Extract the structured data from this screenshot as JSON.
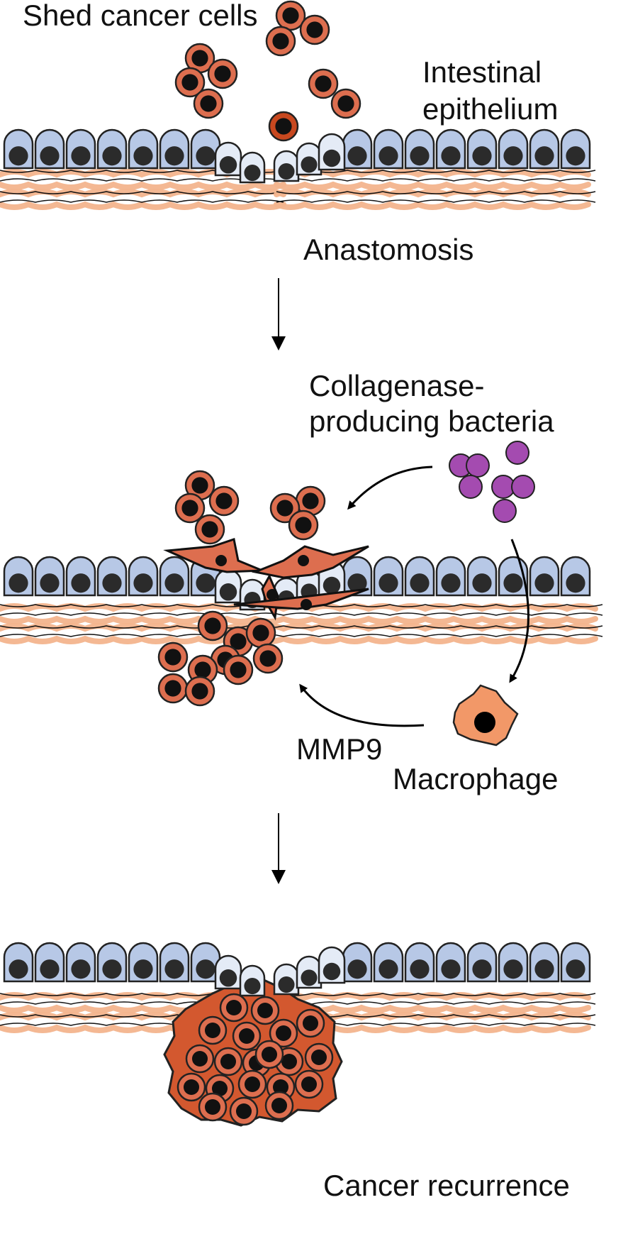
{
  "labels": {
    "shed_cancer_cells": "Shed cancer cells",
    "intestinal_line1": "Intestinal",
    "intestinal_line2": "epithelium",
    "anastomosis": "Anastomosis",
    "collagenase_line1": "Collagenase-",
    "collagenase_line2": "producing bacteria",
    "mmp9": "MMP9",
    "macrophage": "Macrophage",
    "cancer_recurrence": "Cancer recurrence"
  },
  "colors": {
    "epithelial_cell": "#b7c8e6",
    "epithelial_cell_pale": "#e4ebf6",
    "nucleus": "#2b2b2b",
    "cancer_cell": "#dd6e4f",
    "cancer_cell_dark": "#c8481f",
    "collagen_fiber": "#f3b48d",
    "bacteria": "#a44bb0",
    "macrophage": "#f29868",
    "tumor": "#d3582f"
  },
  "icons": {
    "epithelial_cell": "rounded-cell-with-dark-nucleus",
    "cancer_cell": "orange-circle-with-black-nucleus",
    "bacteria": "purple-circle",
    "macrophage": "irregular-orange-cell",
    "arrow": "down-arrow"
  }
}
